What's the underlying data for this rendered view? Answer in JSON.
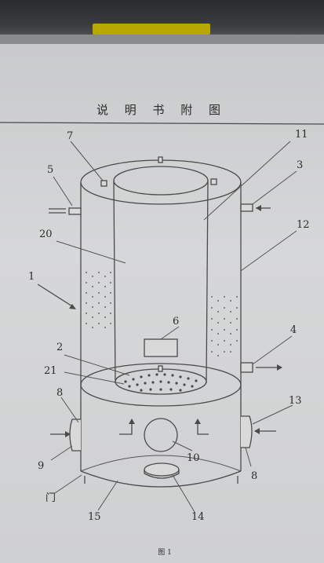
{
  "header": {
    "title": "说 明 书 附 图"
  },
  "caption": "图 1",
  "labels": {
    "l1": "1",
    "l2": "2",
    "l3": "3",
    "l4": "4",
    "l5": "5",
    "l6": "6",
    "l7": "7",
    "l8a": "8",
    "l8b": "8",
    "l9": "9",
    "l10": "10",
    "l11": "11",
    "l12": "12",
    "l13": "13",
    "l14": "14",
    "l15": "15",
    "l20": "20",
    "l21": "21",
    "lmen": "门"
  }
}
